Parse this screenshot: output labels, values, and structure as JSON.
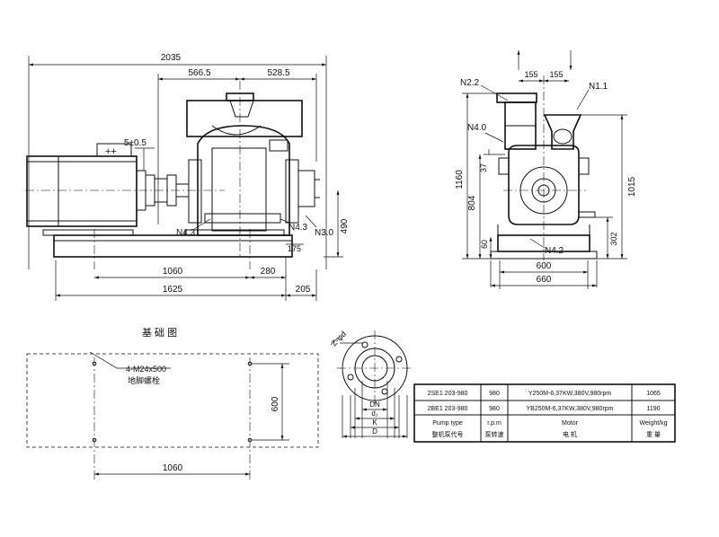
{
  "side_view": {
    "overall_length": "2035",
    "split_left": "566.5",
    "split_right": "528.5",
    "coupling_gap": "5±0.5",
    "motor_terminal": "++",
    "base_1060": "1060",
    "base_280": "280",
    "base_1625": "1625",
    "base_205": "205",
    "base_175": "175",
    "height_490": "490",
    "port_n43_left": "N4.3",
    "port_n43_right": "N4.3",
    "port_n30": "N3.0"
  },
  "end_view": {
    "port_n22": "N2.2",
    "port_n11": "N1.1",
    "port_n40": "N4.0",
    "port_n42": "N4.2",
    "width_155_left": "155",
    "width_155_right": "155",
    "height_1160": "1160",
    "height_804": "804",
    "height_37": "37",
    "height_60": "60",
    "height_1015": "1015",
    "height_302": "302",
    "width_600": "600",
    "width_660": "660"
  },
  "foundation": {
    "title": "基 础 图",
    "bolt_spec": "4-M24x500",
    "bolt_name": "地脚螺栓",
    "width_600": "600",
    "length_1060": "1060"
  },
  "flange": {
    "holes": "Z-φd",
    "dn": "DN",
    "d1": "d₁",
    "k": "K",
    "d": "D"
  },
  "table": {
    "rows": [
      {
        "pump": "2SE1 203-980",
        "rpm": "980",
        "motor": "Y250M-6,37KW,380V,980rpm",
        "weight": "1065"
      },
      {
        "pump": "2BE1 203-980",
        "rpm": "980",
        "motor": "YB250M-6,37KW,380V,980rpm",
        "weight": "1190"
      }
    ],
    "header_en": {
      "pump": "Pump type",
      "rpm": "r.p.m",
      "motor": "Motor",
      "weight": "Weight/kg"
    },
    "header_cn": {
      "pump": "整机泵代号",
      "rpm": "泵转速",
      "motor": "电 机",
      "weight": "重 量"
    }
  }
}
